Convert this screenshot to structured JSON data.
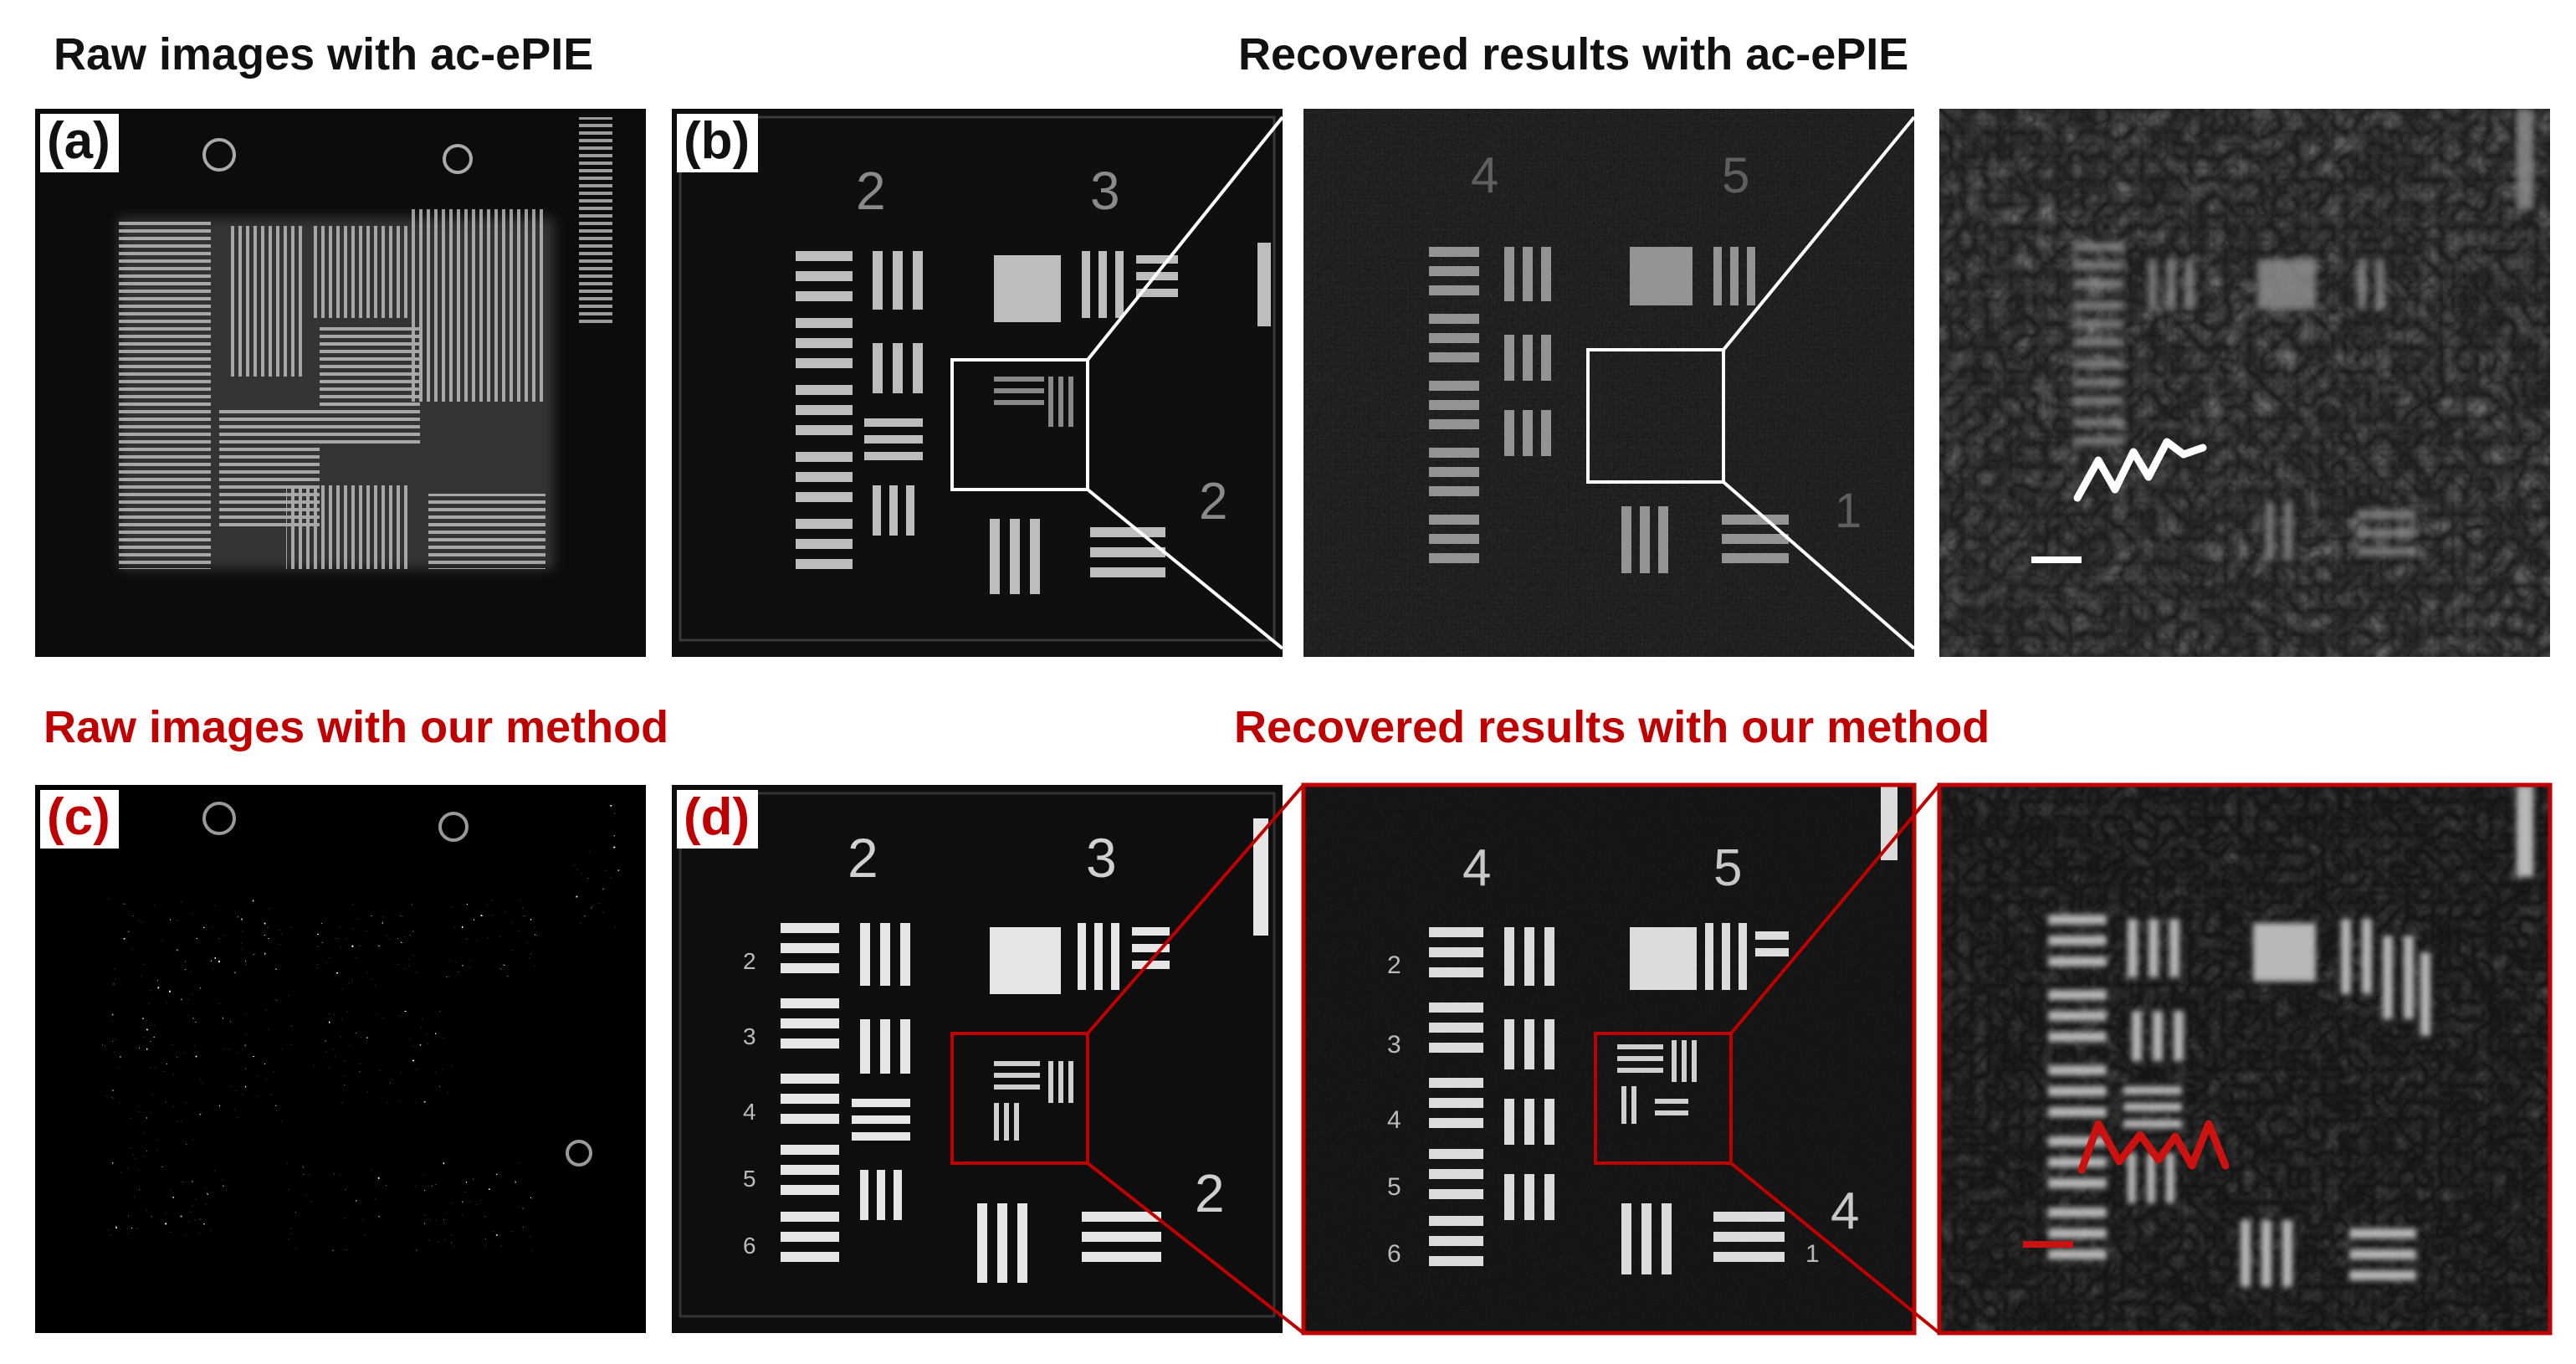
{
  "figure": {
    "headings": {
      "top_left": "Raw images with ac-ePIE",
      "top_right": "Recovered results with ac-ePIE",
      "bottom_left": "Raw images with our method",
      "bottom_right": "Recovered results with our method"
    },
    "panel_labels": {
      "a": "(a)",
      "b": "(b)",
      "c": "(c)",
      "d": "(d)"
    },
    "target_numbers": {
      "group_pair_1": [
        "2",
        "3"
      ],
      "group_pair_2": [
        "4",
        "5"
      ],
      "element_numbers": [
        "2",
        "3",
        "4",
        "5",
        "6"
      ],
      "corner_digit_1": "2",
      "corner_digit_2": "4",
      "corner_digit_3": "1"
    },
    "colors": {
      "top_heading": "#111111",
      "bottom_heading": "#c00000",
      "ac_epie_marker": "#ffffff",
      "our_method_marker": "#cc1111",
      "image_background": "#0b0b0b"
    }
  }
}
